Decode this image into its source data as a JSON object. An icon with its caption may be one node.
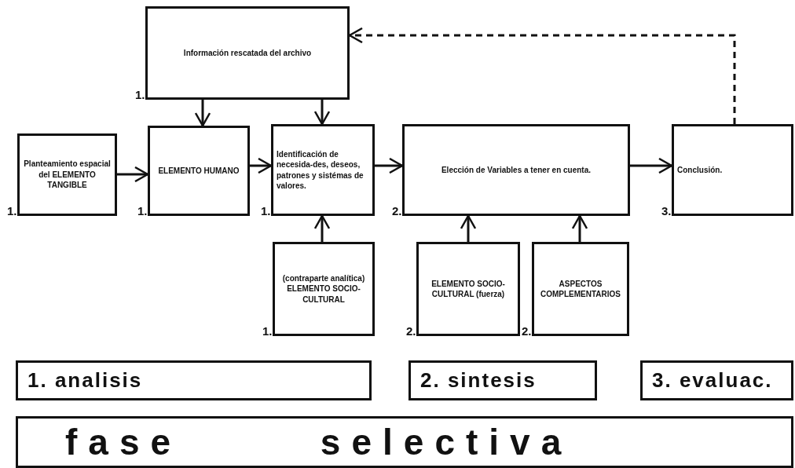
{
  "diagram": {
    "nodes": [
      {
        "text": [
          "Información rescatada del archivo"
        ],
        "beside": [
          "1."
        ]
      },
      {
        "text": [
          "Planteamiento espacial del ELEMENTO TANGIBLE"
        ],
        "beside": [
          "1."
        ]
      },
      {
        "text": [
          "ELEMENTO HUMANO"
        ],
        "beside": [
          "1."
        ]
      },
      {
        "text": [
          "Identificación de necesida-des, deseos, patrones y sistémas de valores."
        ],
        "beside": [
          "1."
        ]
      },
      {
        "text": [
          "Elección de Variables a tener en cuenta."
        ],
        "beside": [
          "2."
        ]
      },
      {
        "text": [
          "Conclusión."
        ],
        "beside": [
          "3."
        ]
      },
      {
        "text": [
          "(contraparte analítica) ELEMENTO SOCIO-CULTURAL"
        ],
        "beside": [
          "1."
        ]
      },
      {
        "text": [
          "ELEMENTO SOCIO-CULTURAL (fuerza)"
        ],
        "beside": [
          "2."
        ]
      },
      {
        "text": [
          "ASPECTOS COMPLEMENTARIOS"
        ],
        "beside": [
          "2."
        ]
      },
      {
        "text": [
          "1. analisis"
        ]
      },
      {
        "text": [
          "2. sintesis"
        ]
      },
      {
        "text": [
          "3. evaluac."
        ]
      },
      {
        "text": [
          "fase selectiva"
        ]
      }
    ],
    "edges": [
      {
        "from": 0,
        "to": 2,
        "arrow": "to"
      },
      {
        "from": 0,
        "to": 3,
        "arrow": "to"
      },
      {
        "from": 1,
        "to": 2,
        "arrow": "to"
      },
      {
        "from": 2,
        "to": 3,
        "arrow": "to"
      },
      {
        "from": 3,
        "to": 4,
        "arrow": "to"
      },
      {
        "from": 4,
        "to": 5,
        "arrow": "to"
      },
      {
        "from": 5,
        "to": 0,
        "arrow": "to",
        "style": "dashed"
      },
      {
        "from": 6,
        "to": 3,
        "arrow": "to"
      },
      {
        "from": 7,
        "to": 4,
        "arrow": "to"
      },
      {
        "from": 8,
        "to": 4,
        "arrow": "to"
      }
    ]
  }
}
